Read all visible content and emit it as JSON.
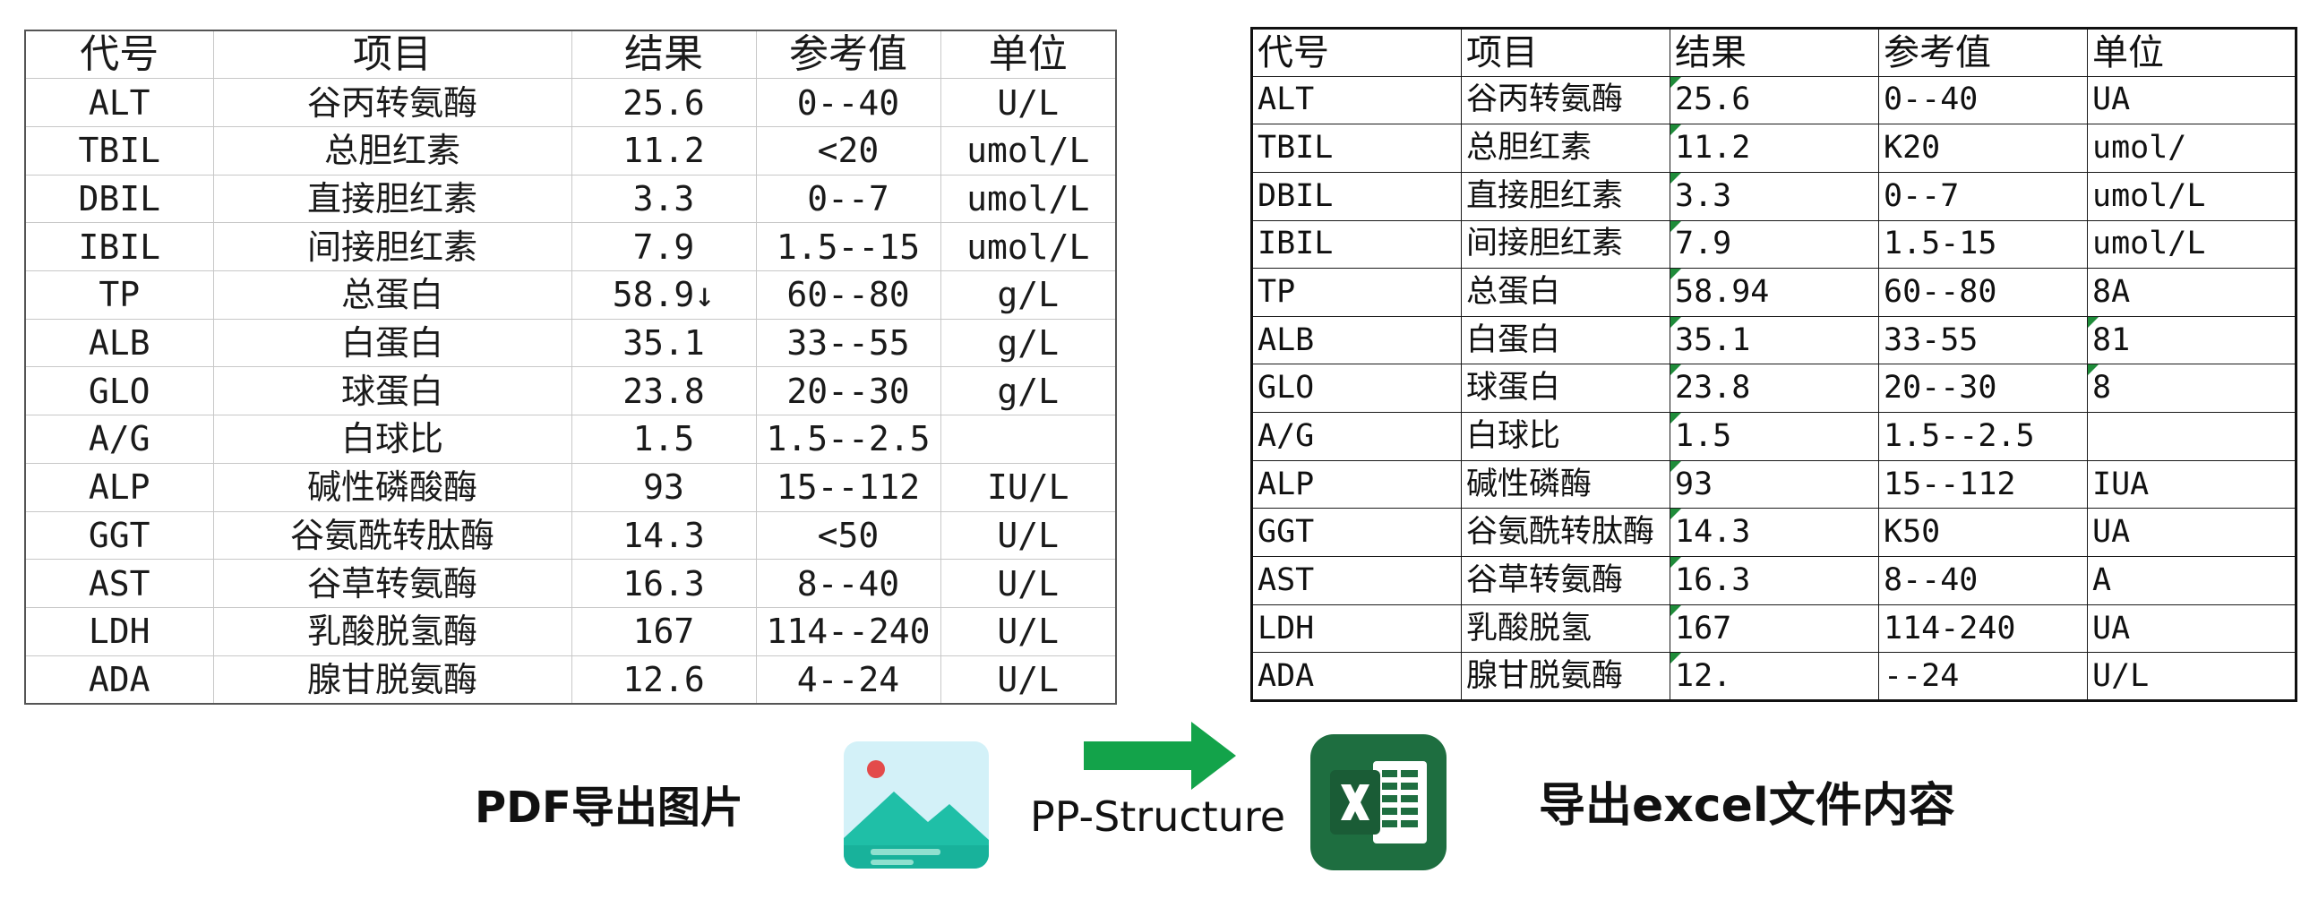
{
  "left_table": {
    "header": [
      "代号",
      "项目",
      "结果",
      "参考值",
      "单位"
    ],
    "rows": [
      [
        "ALT",
        "谷丙转氨酶",
        "25.6",
        "0--40",
        "U/L"
      ],
      [
        "TBIL",
        "总胆红素",
        "11.2",
        "<20",
        "umol/L"
      ],
      [
        "DBIL",
        "直接胆红素",
        "3.3",
        "0--7",
        "umol/L"
      ],
      [
        "IBIL",
        "间接胆红素",
        "7.9",
        "1.5--15",
        "umol/L"
      ],
      [
        "TP",
        "总蛋白",
        "58.9↓",
        "60--80",
        "g/L"
      ],
      [
        "ALB",
        "白蛋白",
        "35.1",
        "33--55",
        "g/L"
      ],
      [
        "GLO",
        "球蛋白",
        "23.8",
        "20--30",
        "g/L"
      ],
      [
        "A/G",
        "白球比",
        "1.5",
        "1.5--2.5",
        ""
      ],
      [
        "ALP",
        "碱性磷酸酶",
        "93",
        "15--112",
        "IU/L"
      ],
      [
        "GGT",
        "谷氨酰转肽酶",
        "14.3",
        "<50",
        "U/L"
      ],
      [
        "AST",
        "谷草转氨酶",
        "16.3",
        "8--40",
        "U/L"
      ],
      [
        "LDH",
        "乳酸脱氢酶",
        "167",
        "114--240",
        "U/L"
      ],
      [
        "ADA",
        "腺甘脱氨酶",
        "12.6",
        "4--24",
        "U/L"
      ]
    ]
  },
  "right_table": {
    "header": [
      "代号",
      "项目",
      "结果",
      "参考值",
      "单位"
    ],
    "rows": [
      [
        "ALT",
        "谷丙转氨酶",
        "25.6",
        "0--40",
        "UA"
      ],
      [
        "TBIL",
        "总胆红素",
        "11.2",
        "K20",
        "umol/"
      ],
      [
        "DBIL",
        "直接胆红素",
        "3.3",
        "0--7",
        "umol/L"
      ],
      [
        "IBIL",
        "间接胆红素",
        "7.9",
        "1.5-15",
        "umol/L"
      ],
      [
        "TP",
        "总蛋白",
        "58.94",
        "60--80",
        "8A"
      ],
      [
        "ALB",
        "白蛋白",
        "35.1",
        "33-55",
        "81"
      ],
      [
        "GLO",
        "球蛋白",
        "23.8",
        "20--30",
        "8"
      ],
      [
        "A/G",
        "白球比",
        "1.5",
        "1.5--2.5",
        ""
      ],
      [
        "ALP",
        "碱性磷酶",
        "93",
        "15--112",
        "IUA"
      ],
      [
        "GGT",
        "谷氨酰转肽酶",
        "14.3",
        "K50",
        "UA"
      ],
      [
        "AST",
        "谷草转氨酶",
        "16.3",
        "8--40",
        "A"
      ],
      [
        "LDH",
        "乳酸脱氢",
        "167",
        "114-240",
        "UA"
      ],
      [
        "ADA",
        "腺甘脱氨酶",
        "12.",
        "--24",
        "U/L"
      ]
    ],
    "flag_color": "#1f8c3a"
  },
  "captions": {
    "left": "PDF导出图片",
    "middle": "PP-Structure",
    "right": "导出excel文件内容"
  },
  "icons": {
    "image": "image-icon",
    "arrow": "arrow-right-icon",
    "excel": "excel-icon"
  },
  "colors": {
    "arrow": "#13a34a",
    "image_icon_top": "#cdeef7",
    "image_icon_mountain": "#1fbfa7",
    "image_icon_dot": "#e34b4b",
    "excel_green": "#1e6e40"
  }
}
